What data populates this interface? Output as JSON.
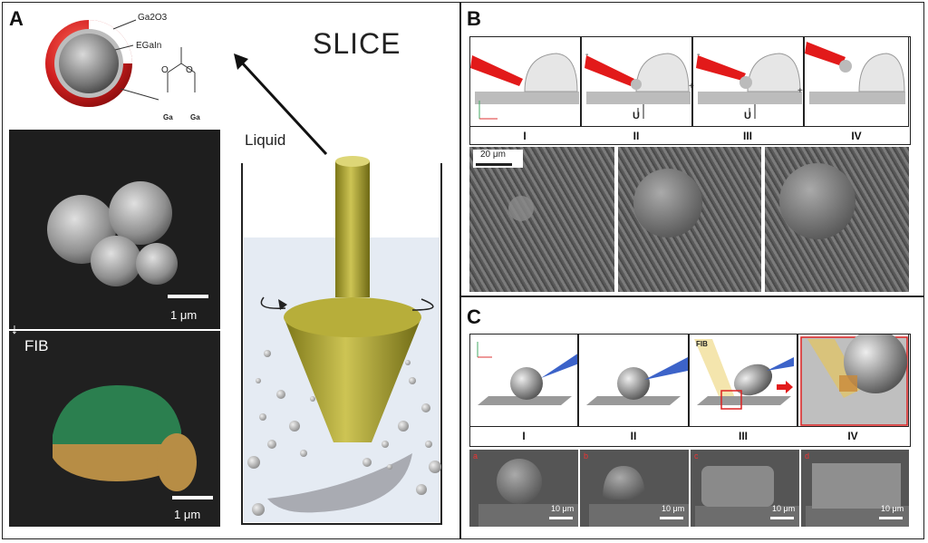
{
  "panels": {
    "a": {
      "label": "A",
      "title": "SLICE",
      "liquid_label": "Liquid",
      "fib_label": "FIB",
      "shell_label": "Ga2O3",
      "core_label": "EGaIn",
      "ga_left": "Ga",
      "ga_right": "Ga",
      "scale_top": "1 μm",
      "scale_bottom": "1 μm"
    },
    "b": {
      "label": "B",
      "stages": [
        "I",
        "II",
        "III",
        "IV"
      ],
      "voltage_label": "U",
      "plus": "+",
      "minus": "-",
      "scale": "20 μm"
    },
    "c": {
      "label": "C",
      "stages": [
        "I",
        "II",
        "III",
        "IV"
      ],
      "fib_label": "FIB",
      "sub_labels": [
        "a",
        "b",
        "c",
        "d"
      ],
      "scale": "10 μm"
    }
  },
  "colors": {
    "droplet_shell": "#c81e1e",
    "tip_red": "#e21a1a",
    "tool": "#a39b22",
    "tool_blue": "#3c63c9",
    "green_overlay": "#2c8a54",
    "tan_overlay": "#b78d45"
  }
}
